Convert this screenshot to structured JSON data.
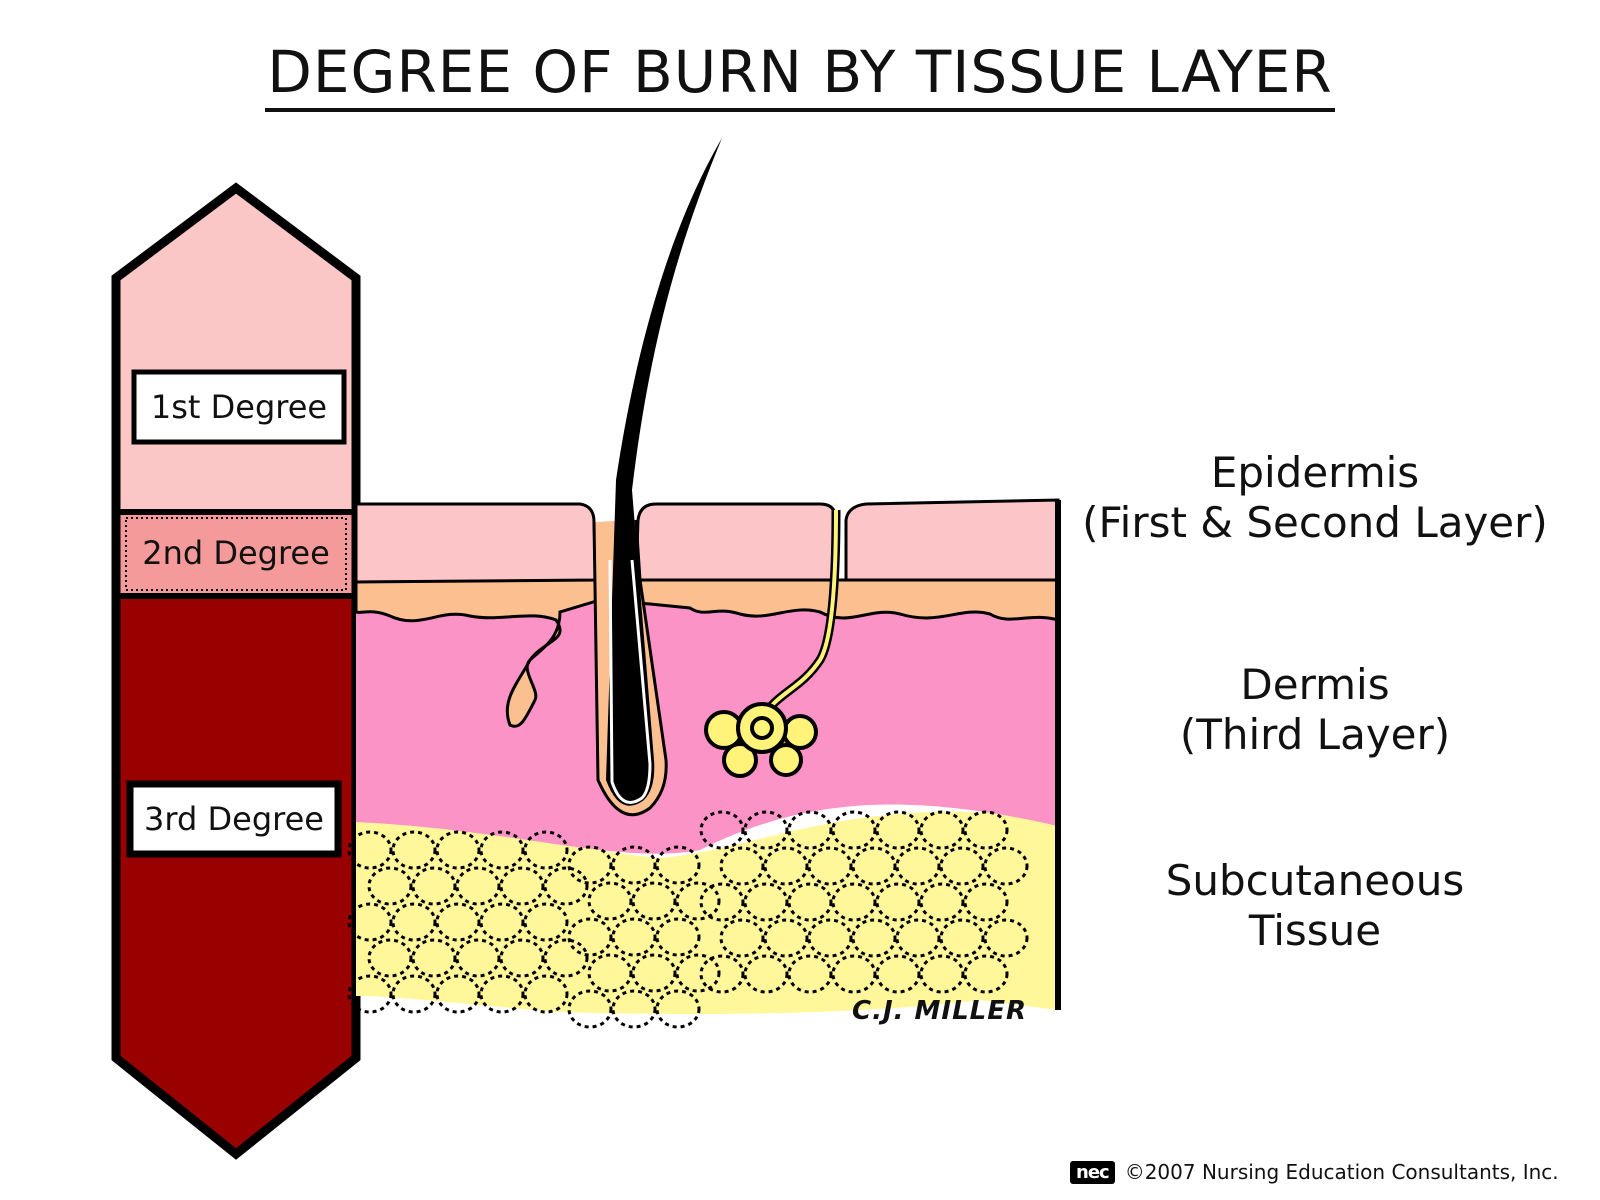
{
  "title": "DEGREE OF BURN BY TISSUE LAYER",
  "degree_bar": {
    "first": {
      "label": "1st Degree",
      "color": "#fbc6c6"
    },
    "second": {
      "label": "2nd Degree",
      "color": "#f49a9a"
    },
    "third": {
      "label": "3rd Degree",
      "color": "#990000"
    }
  },
  "layers": [
    {
      "name": "Epidermis",
      "sub": "(First & Second Layer)",
      "color": "#fcc6c8"
    },
    {
      "name": "Dermis",
      "sub": "(Third Layer)",
      "color": "#fc93c6"
    },
    {
      "name": "Subcutaneous",
      "sub": "Tissue",
      "color": "#fff79a"
    }
  ],
  "colors": {
    "basal": "#fcc090",
    "gland": "#fff37a",
    "hair": "#000000"
  },
  "signature": "C.J. MILLER",
  "footer": {
    "logo": "nec",
    "copyright": "©2007 Nursing Education Consultants, Inc."
  }
}
